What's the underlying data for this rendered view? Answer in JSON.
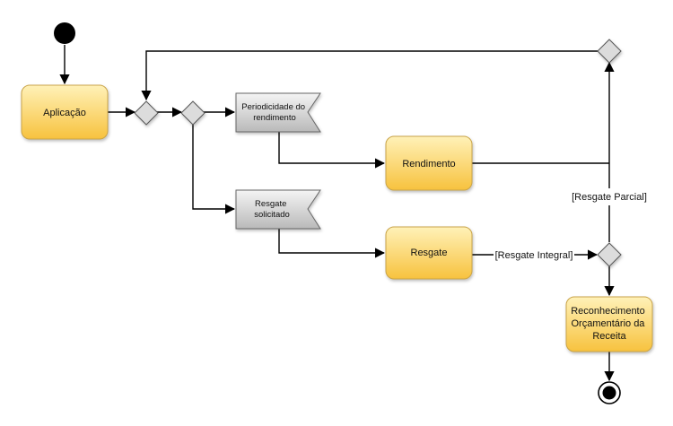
{
  "colors": {
    "activity_fill_top": "#fff1b8",
    "activity_fill_bottom": "#f7c23e",
    "activity_stroke": "#c9a448",
    "event_fill_top": "#f4f4f4",
    "event_fill_bottom": "#b9b9b9",
    "decision_fill": "#dcdcdc",
    "line": "#000000"
  },
  "nodes": {
    "aplicacao": "Aplicação",
    "periodicidade": [
      "Periodicidade do",
      "rendimento"
    ],
    "rendimento": "Rendimento",
    "resgate_solicitado": [
      "Resgate",
      "solicitado"
    ],
    "resgate": "Resgate",
    "reconhecimento": [
      "Reconhecimento",
      "Orçamentário da",
      "Receita"
    ]
  },
  "guards": {
    "resgate_parcial": "[Resgate Parcial]",
    "resgate_integral": "[Resgate Integral]"
  }
}
